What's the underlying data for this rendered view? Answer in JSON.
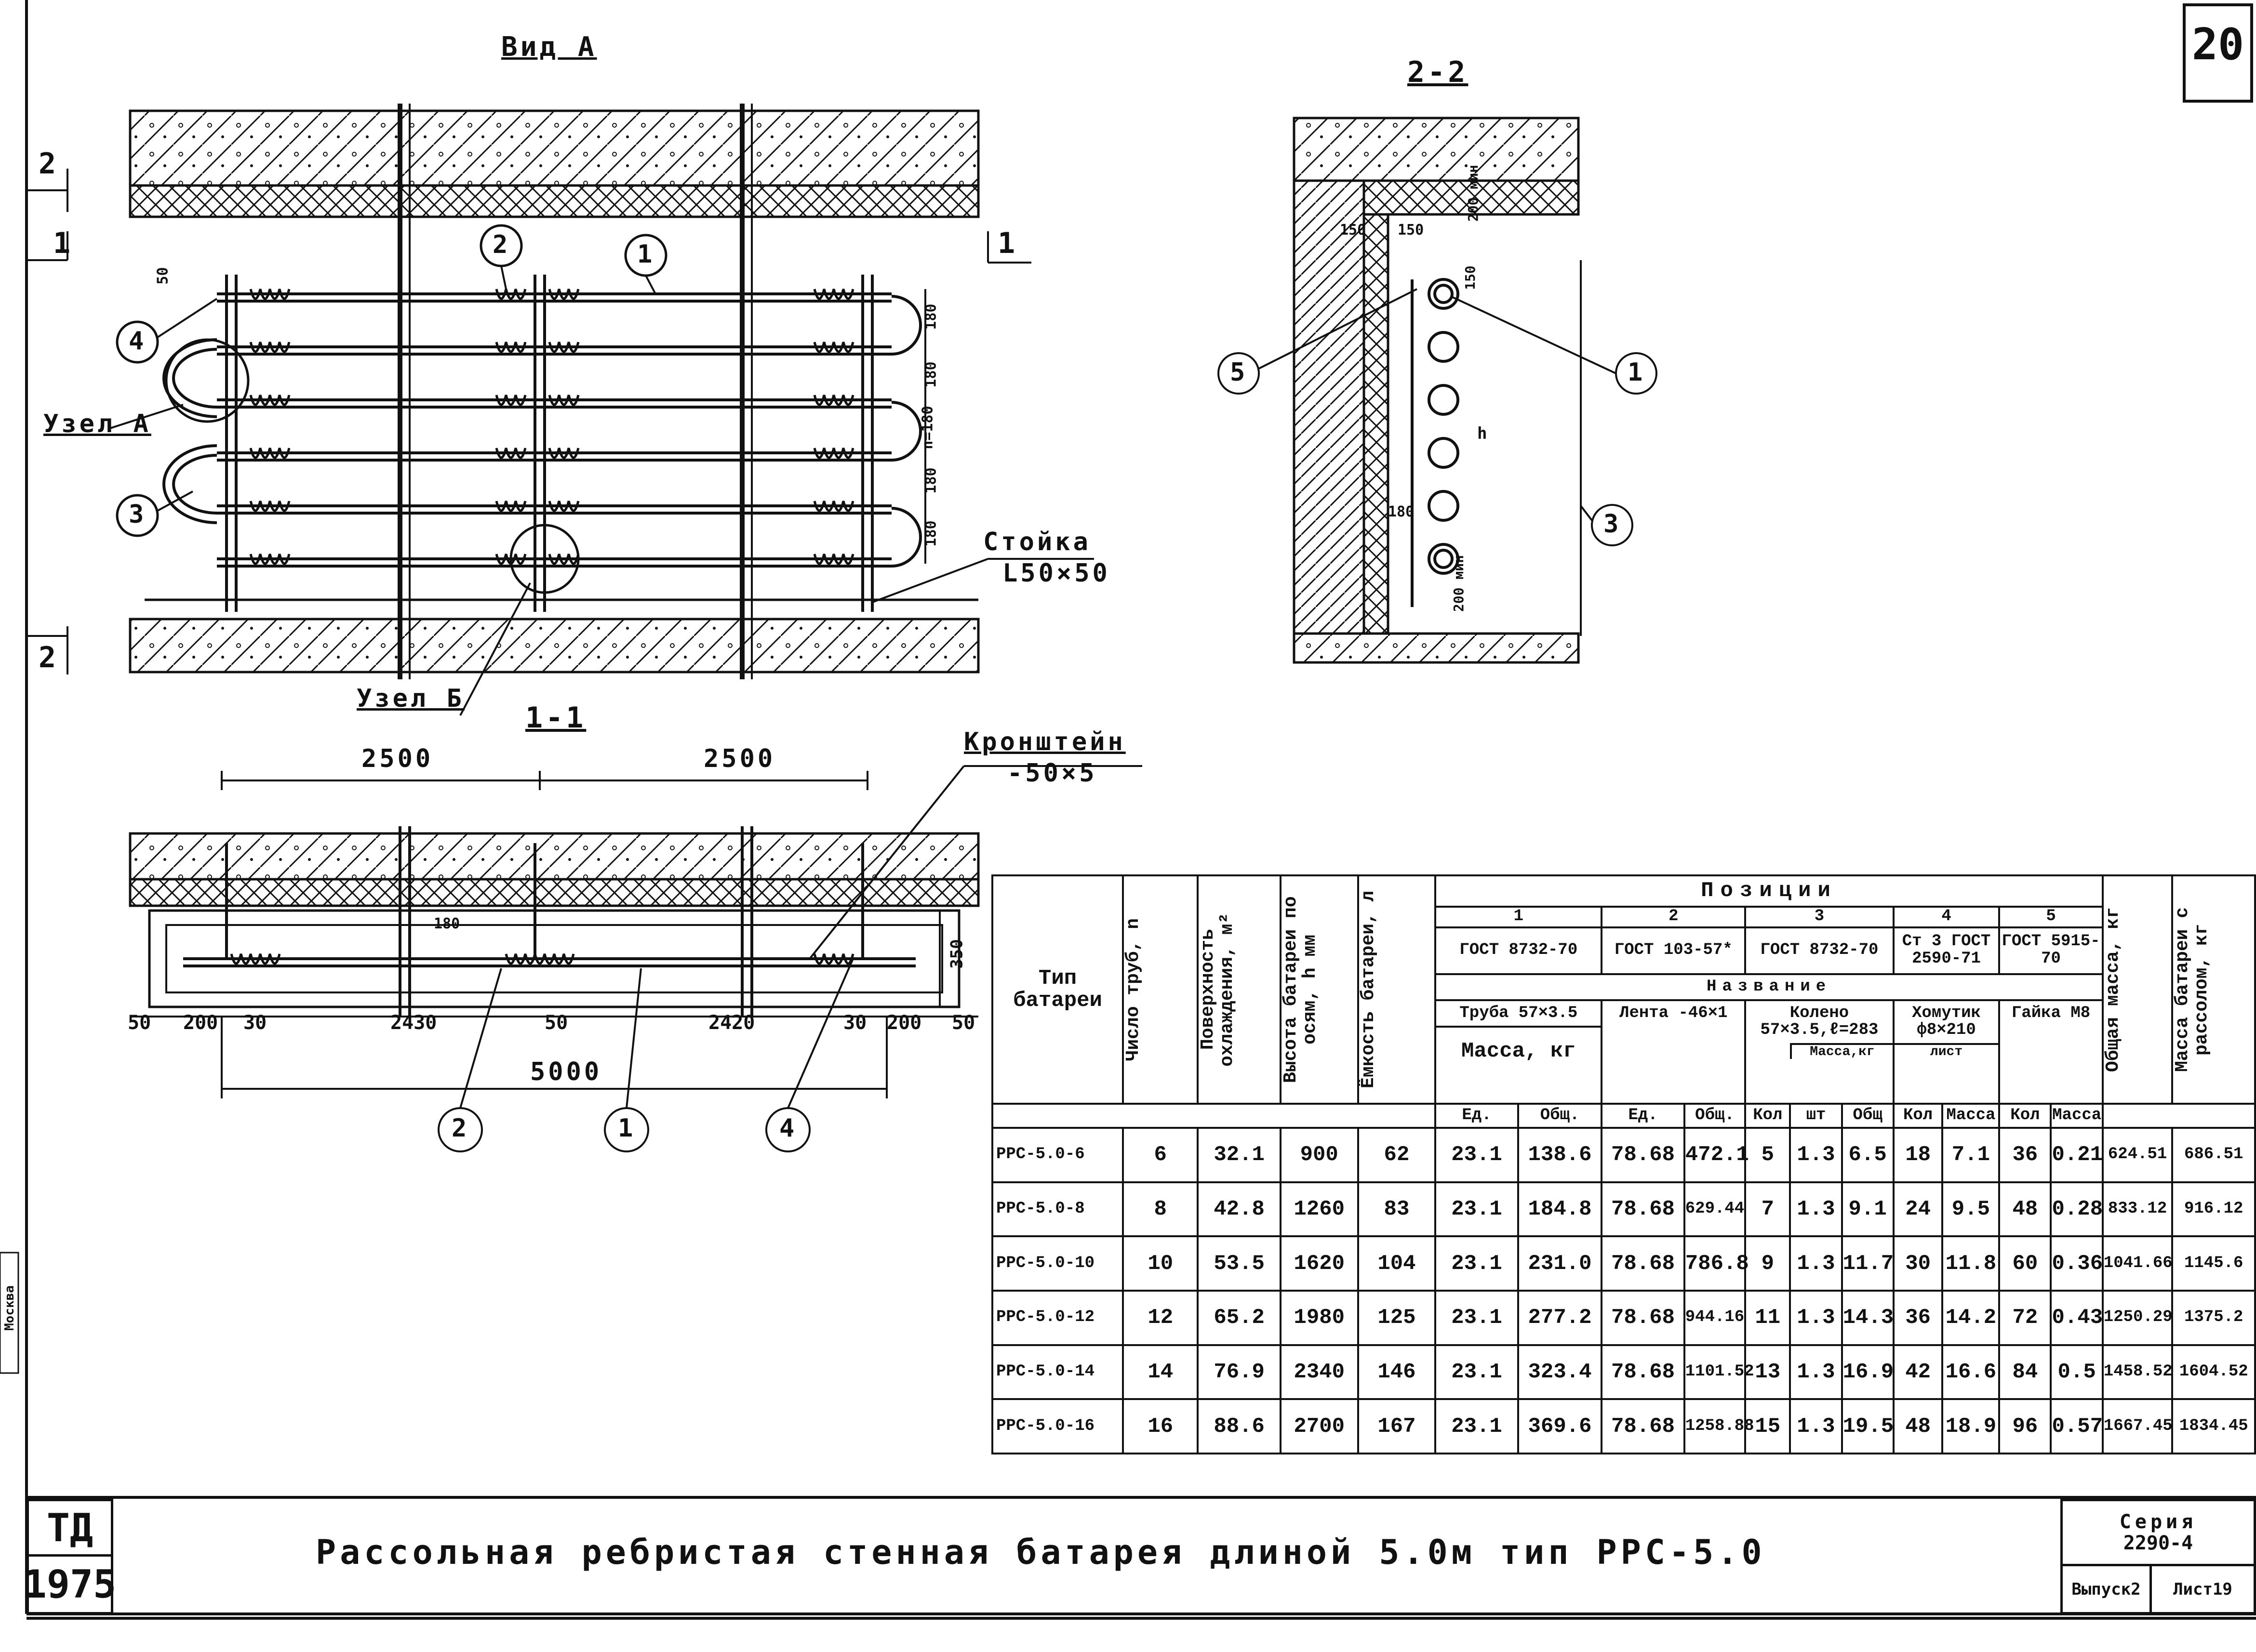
{
  "sheet": {
    "number": "20"
  },
  "drawings": {
    "view_a": {
      "title": "Вид А",
      "cut2": "2",
      "cut1": "1",
      "cut2b": "2",
      "cut1b": "1",
      "uzel_a": "Узел А",
      "uzel_b": "Узел Б",
      "stoika": "Стойка",
      "stoika_size": "L50×50",
      "callouts": [
        "1",
        "2",
        "3",
        "4"
      ],
      "dims": [
        "180",
        "180",
        "n=180",
        "180",
        "180",
        "50"
      ]
    },
    "section_1_1": {
      "title": "1-1",
      "kronshtein": "Кронштейн",
      "kronshtein_size": "-50×5",
      "dims_top": [
        "2500",
        "2500"
      ],
      "dims_bottom": [
        "50",
        "200",
        "30",
        "2430",
        "50",
        "2420",
        "30",
        "200",
        "50"
      ],
      "total": "5000",
      "d180": "180",
      "d350": "350",
      "callouts": [
        "2",
        "1",
        "4"
      ]
    },
    "section_2_2": {
      "title": "2-2",
      "dims": [
        "150",
        "150",
        "200 мин",
        "150",
        "180",
        "h",
        "200 мин"
      ],
      "callouts": [
        "5",
        "1",
        "3"
      ]
    }
  },
  "table": {
    "headers": {
      "type": "Тип батареи",
      "pipes": "Число труб, n",
      "surface": "Поверхность охлаждения, м²",
      "height": "Высота батареи по осям, h мм",
      "capacity": "Ёмкость батареи, л",
      "positions": "Позиции",
      "total_mass": "Общая масса, кг",
      "brine_mass": "Масса батареи с рассолом, кг",
      "naming": "Название",
      "mass_kg": "Масса, кг",
      "pos": [
        {
          "num": "1",
          "gost": "ГОСТ 8732-70",
          "name": "Труба 57×3.5"
        },
        {
          "num": "2",
          "gost": "ГОСТ 103-57*",
          "name": "Лента -46×1"
        },
        {
          "num": "3",
          "gost": "ГОСТ 8732-70",
          "name": "Колено 57×3.5,ℓ=283"
        },
        {
          "num": "4",
          "gost": "Ст 3 ГОСТ 2590-71",
          "name": "Хомутик ф8×210",
          "sub": "лист"
        },
        {
          "num": "5",
          "gost": "ГОСТ 5915-70",
          "name": "Гайка М8"
        }
      ],
      "sub": [
        "Ед.",
        "Общ.",
        "Ед.",
        "Общ.",
        "Кол",
        "шт",
        "Общ",
        "Кол",
        "Масса",
        "Кол",
        "Масса"
      ],
      "mass_kg_short": "Масса,кг"
    },
    "rows": [
      {
        "type": "РРС-5.0-6",
        "n": "6",
        "f": "32.1",
        "h": "900",
        "v": "62",
        "c": [
          "23.1",
          "138.6",
          "78.68",
          "472.1",
          "5",
          "1.3",
          "6.5",
          "18",
          "7.1",
          "36",
          "0.21"
        ],
        "total": "624.51",
        "brine": "686.51"
      },
      {
        "type": "РРС-5.0-8",
        "n": "8",
        "f": "42.8",
        "h": "1260",
        "v": "83",
        "c": [
          "23.1",
          "184.8",
          "78.68",
          "629.44",
          "7",
          "1.3",
          "9.1",
          "24",
          "9.5",
          "48",
          "0.28"
        ],
        "total": "833.12",
        "brine": "916.12"
      },
      {
        "type": "РРС-5.0-10",
        "n": "10",
        "f": "53.5",
        "h": "1620",
        "v": "104",
        "c": [
          "23.1",
          "231.0",
          "78.68",
          "786.8",
          "9",
          "1.3",
          "11.7",
          "30",
          "11.8",
          "60",
          "0.36"
        ],
        "total": "1041.66",
        "brine": "1145.6"
      },
      {
        "type": "РРС-5.0-12",
        "n": "12",
        "f": "65.2",
        "h": "1980",
        "v": "125",
        "c": [
          "23.1",
          "277.2",
          "78.68",
          "944.16",
          "11",
          "1.3",
          "14.3",
          "36",
          "14.2",
          "72",
          "0.43"
        ],
        "total": "1250.29",
        "brine": "1375.2"
      },
      {
        "type": "РРС-5.0-14",
        "n": "14",
        "f": "76.9",
        "h": "2340",
        "v": "146",
        "c": [
          "23.1",
          "323.4",
          "78.68",
          "1101.52",
          "13",
          "1.3",
          "16.9",
          "42",
          "16.6",
          "84",
          "0.5"
        ],
        "total": "1458.52",
        "brine": "1604.52"
      },
      {
        "type": "РРС-5.0-16",
        "n": "16",
        "f": "88.6",
        "h": "2700",
        "v": "167",
        "c": [
          "23.1",
          "369.6",
          "78.68",
          "1258.88",
          "15",
          "1.3",
          "19.5",
          "48",
          "18.9",
          "96",
          "0.57"
        ],
        "total": "1667.45",
        "brine": "1834.45"
      }
    ]
  },
  "title_block": {
    "org_top": "ТД",
    "year": "1975",
    "title": "Рассольная ребристая стенная батарея длиной 5.0м тип РРС-5.0",
    "series_label": "Серия",
    "series": "2290-4",
    "issue": "Выпуск2",
    "sheet": "Лист19",
    "side_label": "Москва"
  }
}
